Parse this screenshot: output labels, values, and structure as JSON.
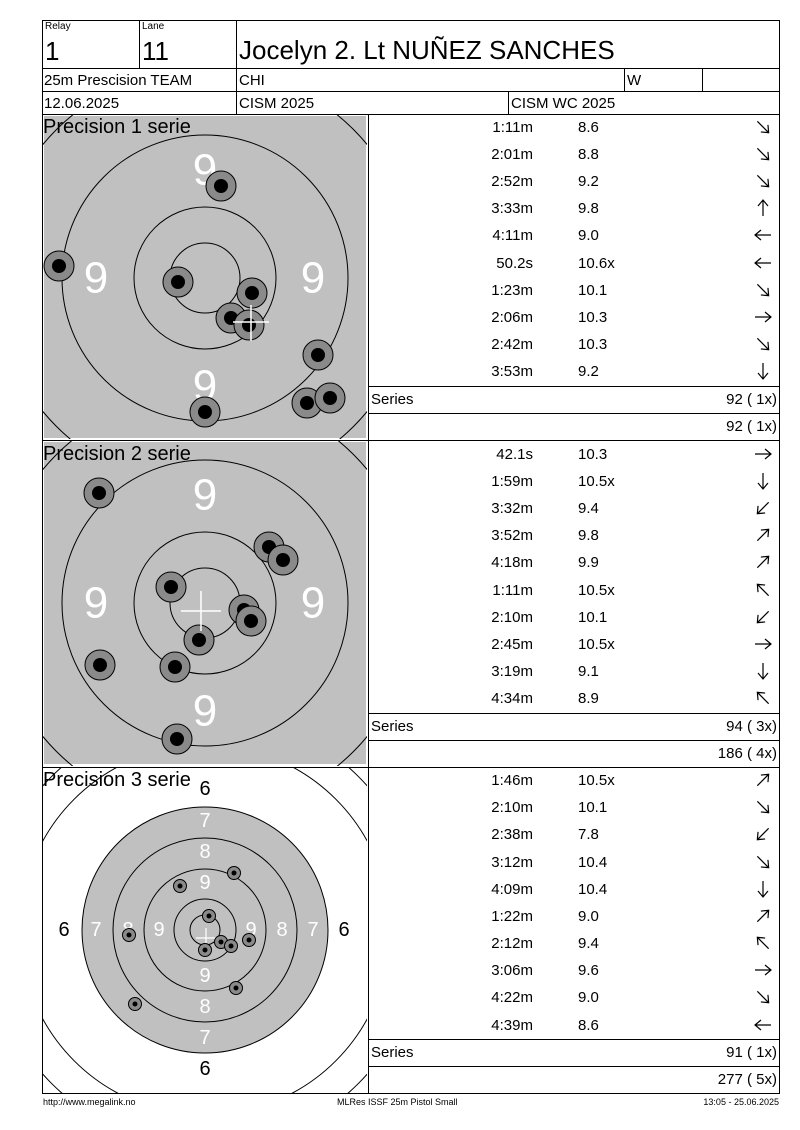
{
  "header": {
    "relay_label": "Relay",
    "relay": "1",
    "lane_label": "Lane",
    "lane": "11",
    "name": "Jocelyn 2. Lt NUÑEZ SANCHES",
    "event": "25m Prescision TEAM",
    "country": "CHI",
    "gender": "W",
    "date": "12.06.2025",
    "competition": "CISM 2025",
    "match": "CISM WC 2025"
  },
  "series": [
    {
      "title": "Precision 1 serie",
      "ring_labels": [
        "9",
        "9",
        "9",
        "9"
      ],
      "shots": [
        {
          "time": "1:11m",
          "score": "8.6",
          "dir": "down-right"
        },
        {
          "time": "2:01m",
          "score": "8.8",
          "dir": "down-right"
        },
        {
          "time": "2:52m",
          "score": "9.2",
          "dir": "down-right"
        },
        {
          "time": "3:33m",
          "score": "9.8",
          "dir": "up"
        },
        {
          "time": "4:11m",
          "score": "9.0",
          "dir": "left"
        },
        {
          "time": "50.2s",
          "score": "10.6x",
          "dir": "left"
        },
        {
          "time": "1:23m",
          "score": "10.1",
          "dir": "down-right"
        },
        {
          "time": "2:06m",
          "score": "10.3",
          "dir": "right"
        },
        {
          "time": "2:42m",
          "score": "10.3",
          "dir": "down-right"
        },
        {
          "time": "3:53m",
          "score": "9.2",
          "dir": "down"
        }
      ],
      "series_label": "Series",
      "series_total": "92 ( 1x)",
      "running_total": "92 ( 1x)"
    },
    {
      "title": "Precision 2 serie",
      "ring_labels": [
        "9",
        "9",
        "9",
        "9"
      ],
      "shots": [
        {
          "time": "42.1s",
          "score": "10.3",
          "dir": "right"
        },
        {
          "time": "1:59m",
          "score": "10.5x",
          "dir": "down"
        },
        {
          "time": "3:32m",
          "score": "9.4",
          "dir": "down-left"
        },
        {
          "time": "3:52m",
          "score": "9.8",
          "dir": "up-right"
        },
        {
          "time": "4:18m",
          "score": "9.9",
          "dir": "up-right"
        },
        {
          "time": "1:11m",
          "score": "10.5x",
          "dir": "up-left"
        },
        {
          "time": "2:10m",
          "score": "10.1",
          "dir": "down-left"
        },
        {
          "time": "2:45m",
          "score": "10.5x",
          "dir": "right"
        },
        {
          "time": "3:19m",
          "score": "9.1",
          "dir": "down"
        },
        {
          "time": "4:34m",
          "score": "8.9",
          "dir": "up-left"
        }
      ],
      "series_label": "Series",
      "series_total": "94 ( 3x)",
      "running_total": "186 ( 4x)"
    },
    {
      "title": "Precision 3 serie",
      "ring_labels": [
        "6",
        "7",
        "8",
        "9"
      ],
      "shots": [
        {
          "time": "1:46m",
          "score": "10.5x",
          "dir": "up-right"
        },
        {
          "time": "2:10m",
          "score": "10.1",
          "dir": "down-right"
        },
        {
          "time": "2:38m",
          "score": "7.8",
          "dir": "down-left"
        },
        {
          "time": "3:12m",
          "score": "10.4",
          "dir": "down-right"
        },
        {
          "time": "4:09m",
          "score": "10.4",
          "dir": "down"
        },
        {
          "time": "1:22m",
          "score": "9.0",
          "dir": "up-right"
        },
        {
          "time": "2:12m",
          "score": "9.4",
          "dir": "up-left"
        },
        {
          "time": "3:06m",
          "score": "9.6",
          "dir": "right"
        },
        {
          "time": "4:22m",
          "score": "9.0",
          "dir": "down-right"
        },
        {
          "time": "4:39m",
          "score": "8.6",
          "dir": "left"
        }
      ],
      "series_label": "Series",
      "series_total": "91 ( 1x)",
      "running_total": "277 ( 5x)"
    }
  ],
  "footer": {
    "left": "http://www.megalink.no",
    "center": "MLRes ISSF 25m Pistol Small",
    "right": "13:05 - 25.06.2025"
  }
}
